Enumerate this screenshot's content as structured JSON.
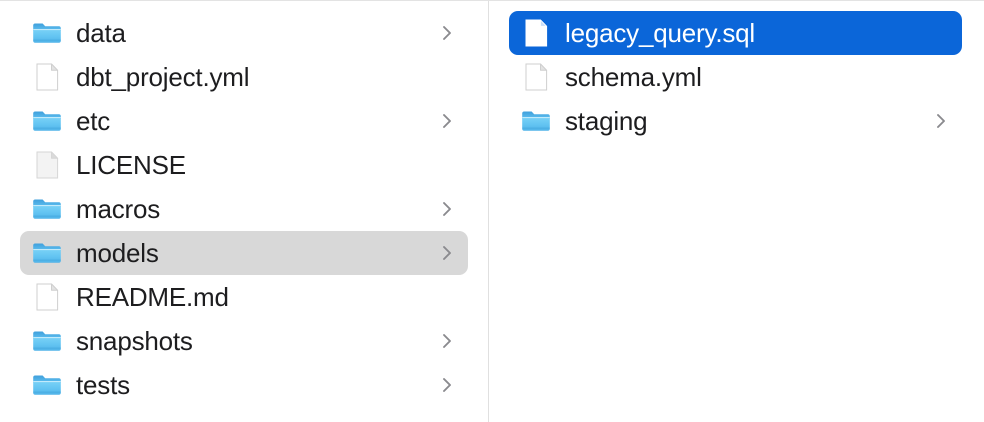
{
  "view": {
    "name": "finder-column-view",
    "background_color": "#ffffff",
    "divider_color": "#e0e0e0",
    "text_color": "#1d1d1f",
    "selected_active_color": "#0b66d9",
    "selected_active_text_color": "#ffffff",
    "selected_inactive_color": "#d8d8d8",
    "chevron_color": "#8a8a8e",
    "folder_icon_color": "#57b9ec",
    "document_icon_color": "#ffffff"
  },
  "columns": [
    {
      "name": "column-one",
      "items": [
        {
          "label": "data",
          "icon": "folder-icon",
          "has_chevron": true,
          "selection": "none"
        },
        {
          "label": "dbt_project.yml",
          "icon": "document-icon",
          "has_chevron": false,
          "selection": "none"
        },
        {
          "label": "etc",
          "icon": "folder-icon",
          "has_chevron": true,
          "selection": "none"
        },
        {
          "label": "LICENSE",
          "icon": "plain-document-icon",
          "has_chevron": false,
          "selection": "none"
        },
        {
          "label": "macros",
          "icon": "folder-icon",
          "has_chevron": true,
          "selection": "none"
        },
        {
          "label": "models",
          "icon": "folder-icon",
          "has_chevron": true,
          "selection": "inactive"
        },
        {
          "label": "README.md",
          "icon": "document-icon",
          "has_chevron": false,
          "selection": "none"
        },
        {
          "label": "snapshots",
          "icon": "folder-icon",
          "has_chevron": true,
          "selection": "none"
        },
        {
          "label": "tests",
          "icon": "folder-icon",
          "has_chevron": true,
          "selection": "none"
        }
      ]
    },
    {
      "name": "column-two",
      "items": [
        {
          "label": "legacy_query.sql",
          "icon": "document-icon",
          "has_chevron": false,
          "selection": "active"
        },
        {
          "label": "schema.yml",
          "icon": "document-icon",
          "has_chevron": false,
          "selection": "none"
        },
        {
          "label": "staging",
          "icon": "folder-icon",
          "has_chevron": true,
          "selection": "none"
        }
      ]
    }
  ]
}
